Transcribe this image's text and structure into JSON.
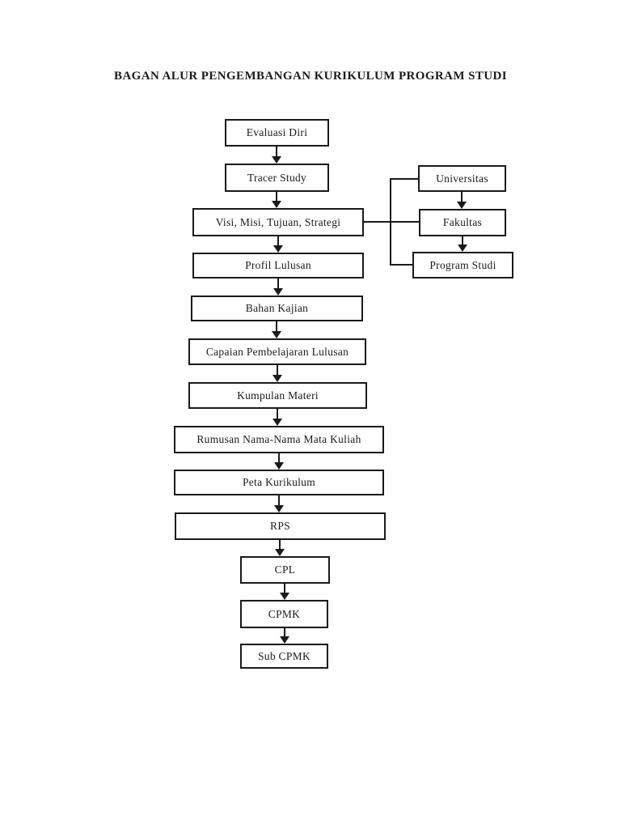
{
  "page": {
    "title": "BAGAN ALUR PENGEMBANGAN KURIKULUM PROGRAM STUDI",
    "background_color": "#ffffff",
    "line_color": "#1a1a1a"
  },
  "main_flow": [
    {
      "label": "Evaluasi Diri"
    },
    {
      "label": "Tracer Study"
    },
    {
      "label": "Visi, Misi, Tujuan, Strategi"
    },
    {
      "label": "Profil Lulusan"
    },
    {
      "label": "Bahan Kajian"
    },
    {
      "label": "Capaian Pembelajaran Lulusan"
    },
    {
      "label": "Kumpulan Materi"
    },
    {
      "label": "Rumusan Nama-Nama Mata Kuliah"
    },
    {
      "label": "Peta Kurikulum"
    },
    {
      "label": "RPS"
    },
    {
      "label": "CPL"
    },
    {
      "label": "CPMK"
    },
    {
      "label": "Sub CPMK"
    }
  ],
  "side_flow": [
    {
      "label": "Universitas"
    },
    {
      "label": "Fakultas"
    },
    {
      "label": "Program Studi"
    }
  ],
  "edges": [
    {
      "from": "Evaluasi Diri",
      "to": "Tracer Study",
      "style": "arrow"
    },
    {
      "from": "Tracer Study",
      "to": "Visi, Misi, Tujuan, Strategi",
      "style": "arrow"
    },
    {
      "from": "Visi, Misi, Tujuan, Strategi",
      "to": "Profil Lulusan",
      "style": "arrow"
    },
    {
      "from": "Profil Lulusan",
      "to": "Bahan Kajian",
      "style": "arrow"
    },
    {
      "from": "Bahan Kajian",
      "to": "Capaian Pembelajaran Lulusan",
      "style": "arrow"
    },
    {
      "from": "Capaian Pembelajaran Lulusan",
      "to": "Kumpulan Materi",
      "style": "arrow"
    },
    {
      "from": "Kumpulan Materi",
      "to": "Rumusan Nama-Nama Mata Kuliah",
      "style": "arrow"
    },
    {
      "from": "Rumusan Nama-Nama Mata Kuliah",
      "to": "Peta Kurikulum",
      "style": "arrow"
    },
    {
      "from": "Peta Kurikulum",
      "to": "RPS",
      "style": "arrow"
    },
    {
      "from": "RPS",
      "to": "CPL",
      "style": "arrow"
    },
    {
      "from": "CPL",
      "to": "CPMK",
      "style": "arrow"
    },
    {
      "from": "CPMK",
      "to": "Sub CPMK",
      "style": "arrow"
    },
    {
      "from": "Universitas",
      "to": "Fakultas",
      "style": "arrow"
    },
    {
      "from": "Fakultas",
      "to": "Program Studi",
      "style": "arrow"
    },
    {
      "from": "Visi, Misi, Tujuan, Strategi",
      "to": "Universitas",
      "style": "line"
    },
    {
      "from": "Visi, Misi, Tujuan, Strategi",
      "to": "Fakultas",
      "style": "line"
    },
    {
      "from": "Visi, Misi, Tujuan, Strategi",
      "to": "Program Studi",
      "style": "line"
    }
  ]
}
